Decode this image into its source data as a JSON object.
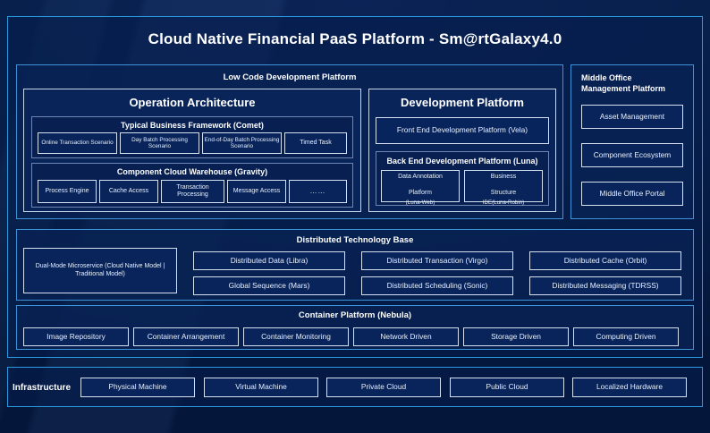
{
  "page": {
    "title": "Cloud Native Financial PaaS Platform - Sm@rtGalaxy4.0",
    "background_color": "#041634",
    "accent_color": "#2b9ae0"
  },
  "low_code_platform": {
    "title": "Low Code Development Platform",
    "operation_architecture": {
      "title": "Operation Architecture",
      "typical_business_framework": {
        "title": "Typical Business Framework (Comet)",
        "items": [
          "Online Transaction Scenario",
          "Day Batch Processing Scenario",
          "End-of-Day Batch Processing Scenario",
          "Timed Task"
        ]
      },
      "component_cloud_warehouse": {
        "title": "Component Cloud Warehouse (Gravity)",
        "items": [
          "Process Engine",
          "Cache Access",
          "Transaction Processing",
          "Message Access",
          "……"
        ]
      }
    },
    "development_platform": {
      "title": "Development Platform",
      "front_end": "Front End Development Platform (Vela)",
      "back_end": {
        "title": "Back End Development Platform (Luna)",
        "items": [
          {
            "line1": "Data Annotation",
            "line2": "Platform",
            "line3": "(Luna-Web)"
          },
          {
            "line1": "Business",
            "line2": "Structure",
            "line3": "IDE(Luna-Robin)"
          }
        ]
      }
    }
  },
  "middle_office": {
    "title": "Middle Office Management Platform",
    "items": [
      "Asset Management",
      "Component Ecosystem",
      "Middle Office Portal"
    ]
  },
  "distributed_base": {
    "title": "Distributed Technology Base",
    "wide_item": "Dual-Mode Microservice (Cloud Native Model | Traditional Model)",
    "grid": [
      [
        "Distributed Data (Libra)",
        "Distributed Transaction (Virgo)",
        "Distributed Cache (Orbit)"
      ],
      [
        "Global Sequence (Mars)",
        "Distributed Scheduling (Sonic)",
        "Distributed Messaging (TDRSS)"
      ]
    ]
  },
  "container_platform": {
    "title": "Container Platform (Nebula)",
    "items": [
      "Image Repository",
      "Container Arrangement",
      "Container Monitoring",
      "Network Driven",
      "Storage Driven",
      "Computing Driven"
    ]
  },
  "infrastructure": {
    "label": "Infrastructure",
    "items": [
      "Physical Machine",
      "Virtual Machine",
      "Private Cloud",
      "Public Cloud",
      "Localized Hardware"
    ]
  }
}
